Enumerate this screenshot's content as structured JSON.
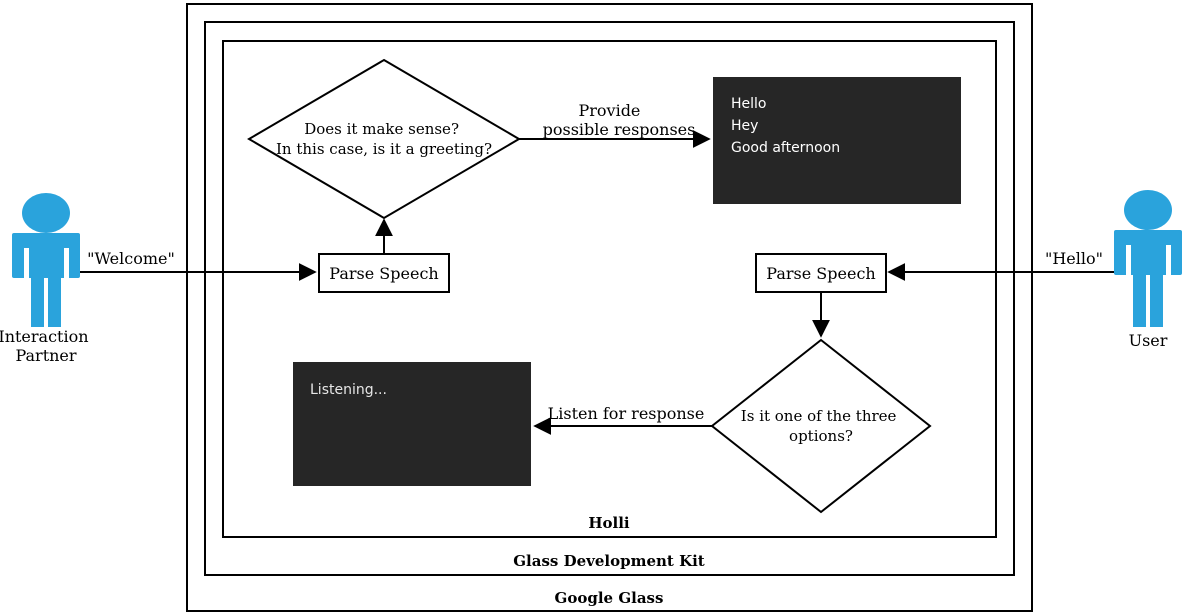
{
  "containers": {
    "outer_label": "Google Glass",
    "middle_label": "Glass Development Kit",
    "inner_label": "Holli"
  },
  "actors": {
    "interaction_partner": {
      "label_line1": "Interaction",
      "label_line2": "Partner",
      "color": "#2aa3dc"
    },
    "user": {
      "label": "User",
      "color": "#2aa3dc"
    }
  },
  "speech": {
    "welcome": "\"Welcome\"",
    "hello": "\"Hello\""
  },
  "nodes": {
    "parse_speech_left": "Parse Speech",
    "parse_speech_right": "Parse Speech",
    "decision_greeting": {
      "line1": "Does it make sense?",
      "line2": "In this case, is it a greeting?"
    },
    "decision_options": {
      "line1": "Is it one of the three",
      "line2": "options?"
    }
  },
  "edges": {
    "provide_responses": {
      "line1": "Provide",
      "line2": "possible responses"
    },
    "listen_for_response": "Listen for response"
  },
  "screens": {
    "responses": {
      "items": [
        "Hello",
        "Hey",
        "Good afternoon"
      ],
      "background": "#262626",
      "text_color": "#ffffff"
    },
    "listening": {
      "text": "Listening...",
      "background": "#262626",
      "text_color": "#e6e6e6"
    }
  }
}
